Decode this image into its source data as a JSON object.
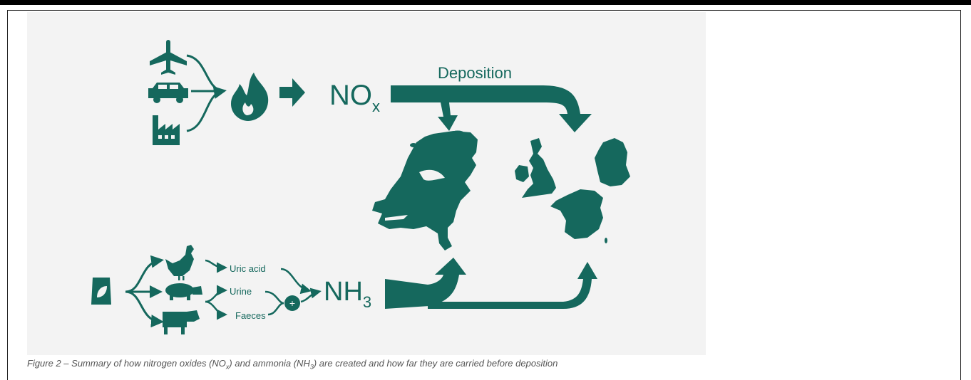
{
  "colors": {
    "primary": "#15685d",
    "background": "#f3f3f3",
    "caption_text": "#555555"
  },
  "diagram": {
    "deposition_label": "Deposition",
    "nox_label": "NO",
    "nox_sub": "x",
    "nh3_label": "NH",
    "nh3_sub": "3",
    "uric_acid_label": "Uric acid",
    "urine_label": "Urine",
    "faeces_label": "Faeces",
    "plus_symbol": "+",
    "icons": [
      "airplane-icon",
      "car-icon",
      "factory-icon",
      "flame-icon",
      "feed-bag-icon",
      "chicken-icon",
      "pig-icon",
      "cow-icon"
    ],
    "maps": [
      "netherlands-map",
      "uk-map",
      "germany-map",
      "france-map"
    ]
  },
  "caption": {
    "part1": "Figure 2 – Summary of how nitrogen oxides (NO",
    "sub1": "x",
    "part2": ") and ammonia (NH",
    "sub2": "3",
    "part3": ") are created and how far they are carried before deposition"
  }
}
